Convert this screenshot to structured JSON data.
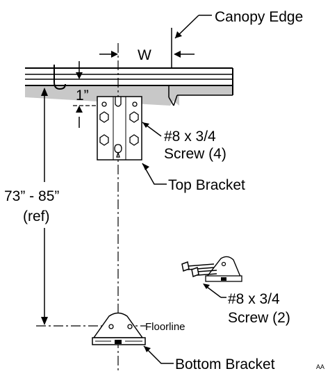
{
  "labels": {
    "canopy_edge": "Canopy Edge",
    "width": "W",
    "offset": "1”",
    "height_range": "73” - 85”",
    "height_ref": "(ref)",
    "top_screw_line1": "#8 x 3/4",
    "top_screw_line2": "Screw (4)",
    "top_bracket": "Top Bracket",
    "floorline": "Floorline",
    "bottom_screw_line1": "#8 x 3/4",
    "bottom_screw_line2": "Screw (2)",
    "bottom_bracket": "Bottom Bracket",
    "figure_code": "AA"
  },
  "colors": {
    "line": "#000000",
    "canopy_fill": "#c8c8c8",
    "background": "#ffffff"
  }
}
